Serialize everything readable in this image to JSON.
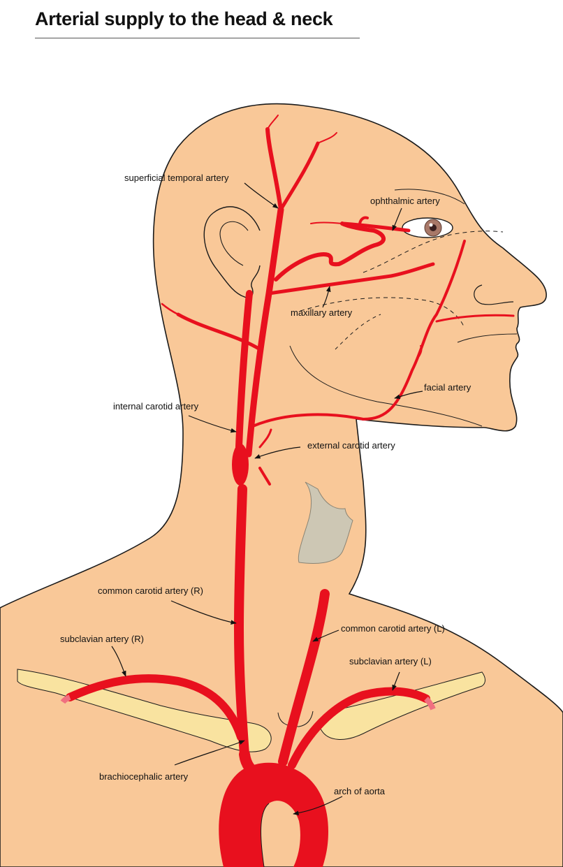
{
  "title": "Arterial supply to the head & neck",
  "labels": {
    "superficial_temporal": "superficial temporal artery",
    "ophthalmic": "ophthalmic artery",
    "maxillary": "maxillary artery",
    "facial": "facial artery",
    "internal_carotid": "internal carotid artery",
    "external_carotid": "external carotid artery",
    "common_carotid_r": "common carotid artery (R)",
    "common_carotid_l": "common carotid artery (L)",
    "subclavian_r": "subclavian artery (R)",
    "subclavian_l": "subclavian artery (L)",
    "brachiocephalic": "brachiocephalic artery",
    "arch_of_aorta": "arch of aorta"
  },
  "colors": {
    "skin": "#f9c898",
    "artery": "#e8101e",
    "outline": "#1a1a1a",
    "clavicle": "#f9e3a0",
    "larynx": "#cdc7b4",
    "background": "#ffffff"
  }
}
